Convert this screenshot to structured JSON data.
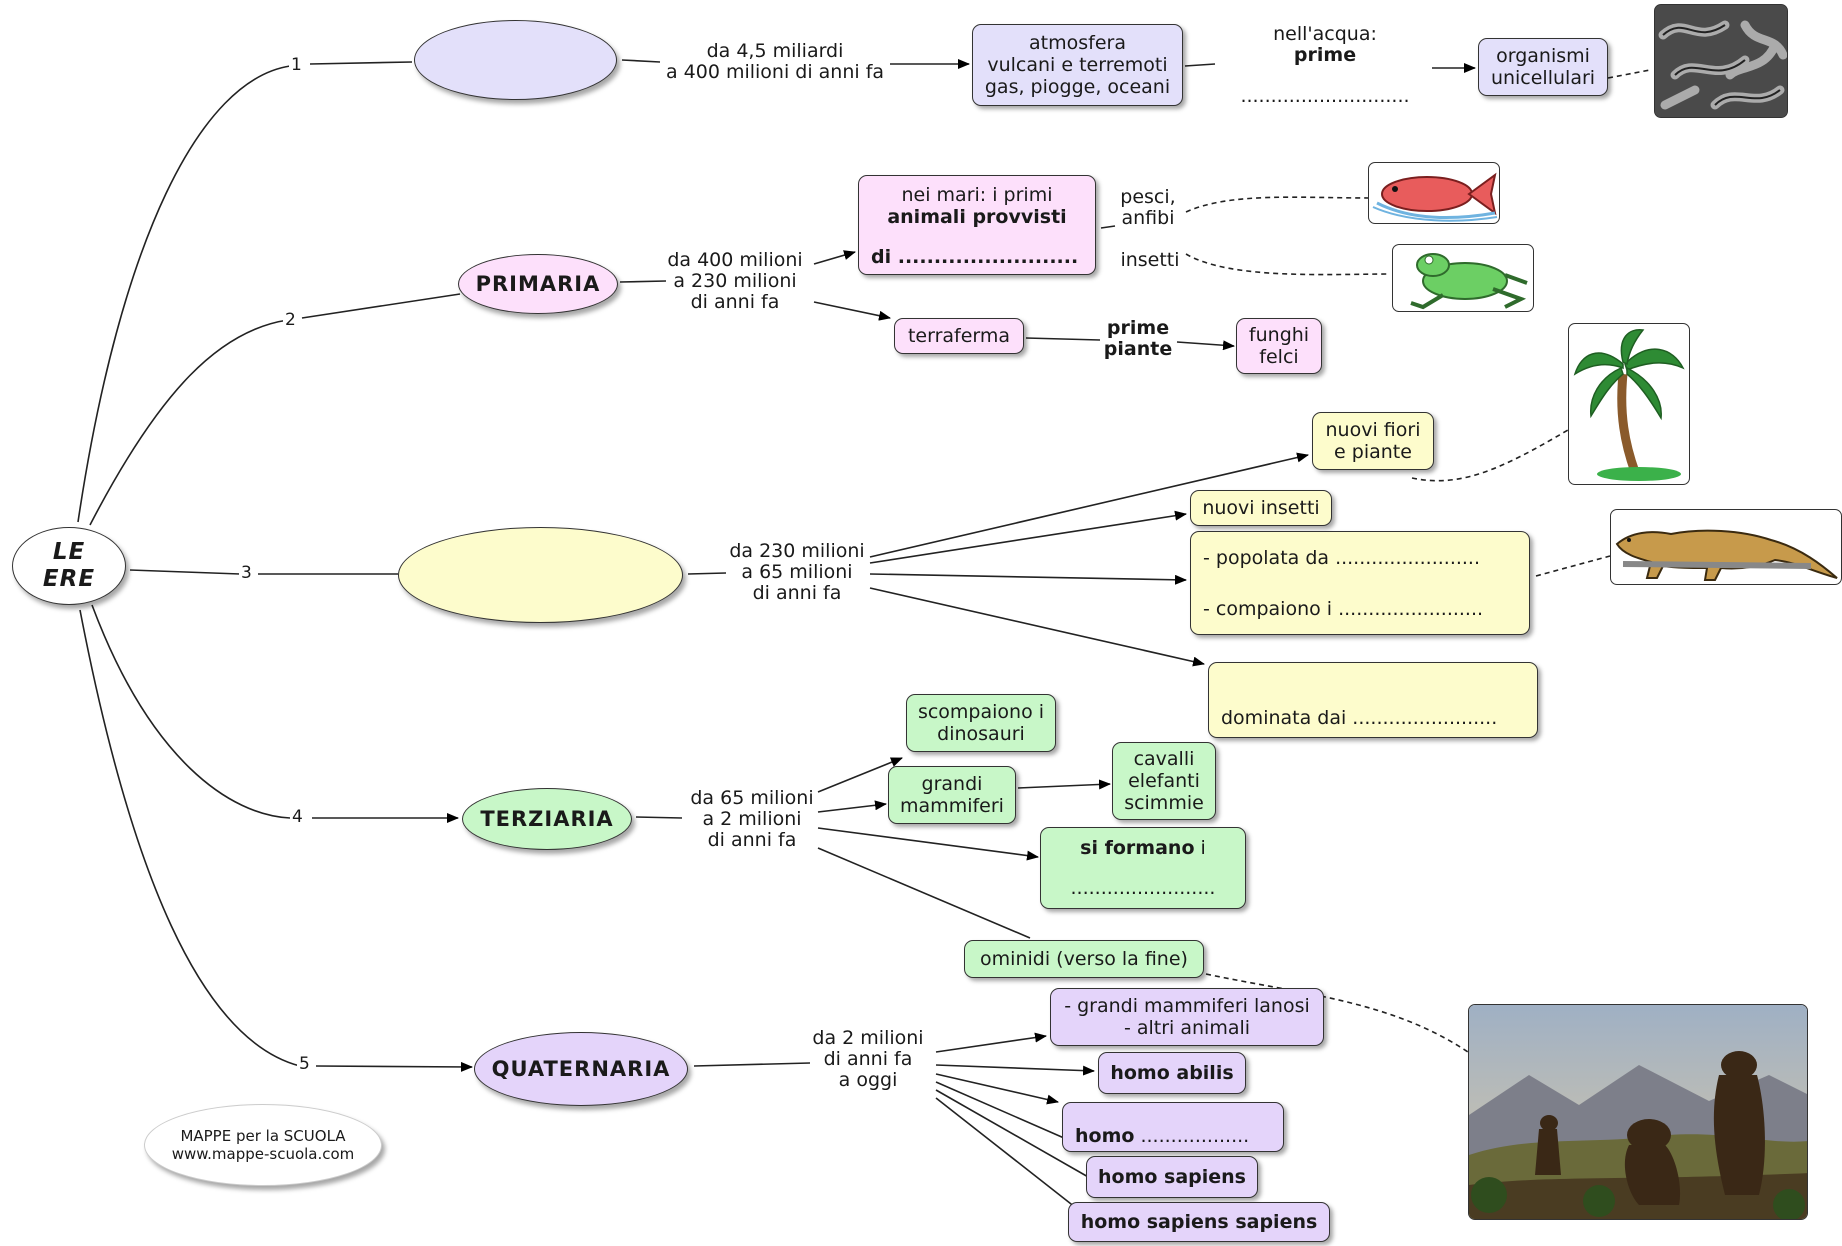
{
  "root": {
    "line1": "LE",
    "line2": "ERE"
  },
  "numbers": [
    "1",
    "2",
    "3",
    "4",
    "5"
  ],
  "eras": {
    "primaria": "PRIMARIA",
    "terziaria": "TERZIARIA",
    "quaternaria": "QUATERNARIA"
  },
  "branch1": {
    "time": [
      "da 4,5 miliardi",
      "a 400 milioni di anni fa"
    ],
    "box": [
      "atmosfera",
      "vulcani e terremoti",
      "gas, piogge, oceani"
    ],
    "label": [
      "nell'acqua:",
      "prime"
    ],
    "dots": "............................",
    "result": [
      "organismi",
      "unicellulari"
    ]
  },
  "branch2": {
    "time": [
      "da 400 milioni",
      "a 230 milioni",
      "di anni fa"
    ],
    "sea_box": {
      "line1": "nei mari: i primi",
      "line2": "animali provvisti",
      "line3_bold": "di",
      "line3_dots": " ........................."
    },
    "labels": {
      "pesci": [
        "pesci,",
        "anfibi"
      ],
      "insetti": "insetti"
    },
    "land": "terraferma",
    "plants_label": [
      "prime",
      "piante"
    ],
    "plants": [
      "funghi",
      "felci"
    ]
  },
  "branch3": {
    "time": [
      "da 230 milioni",
      "a 65 milioni",
      "di anni fa"
    ],
    "flowers": [
      "nuovi fiori",
      "e piante"
    ],
    "insects": "nuovi insetti",
    "populated": [
      "- popolata da ........................",
      "- compaiono i ........................"
    ],
    "dominated": "dominata dai ........................"
  },
  "branch4": {
    "time": [
      "da 65 milioni",
      "a 2 milioni",
      "di anni fa"
    ],
    "dinos": [
      "scompaiono i",
      "dinosauri"
    ],
    "mammals": [
      "grandi",
      "mammiferi"
    ],
    "animals": [
      "cavalli",
      "elefanti",
      "scimmie"
    ],
    "formano_bold": "si formano",
    "formano_rest": " i",
    "formano_dots": "........................",
    "hominids": "ominidi (verso la fine)"
  },
  "branch5": {
    "time": [
      "da 2 milioni",
      "di anni fa",
      "a oggi"
    ],
    "woolly": [
      "- grandi mammiferi lanosi",
      "- altri animali"
    ],
    "abilis": "homo abilis",
    "homo_bold": "homo",
    "homo_dots": " ..................",
    "sapiens": "homo sapiens",
    "sapiens2": "homo sapiens sapiens"
  },
  "credit": [
    "MAPPE per la SCUOLA",
    "www.mappe-scuola.com"
  ]
}
